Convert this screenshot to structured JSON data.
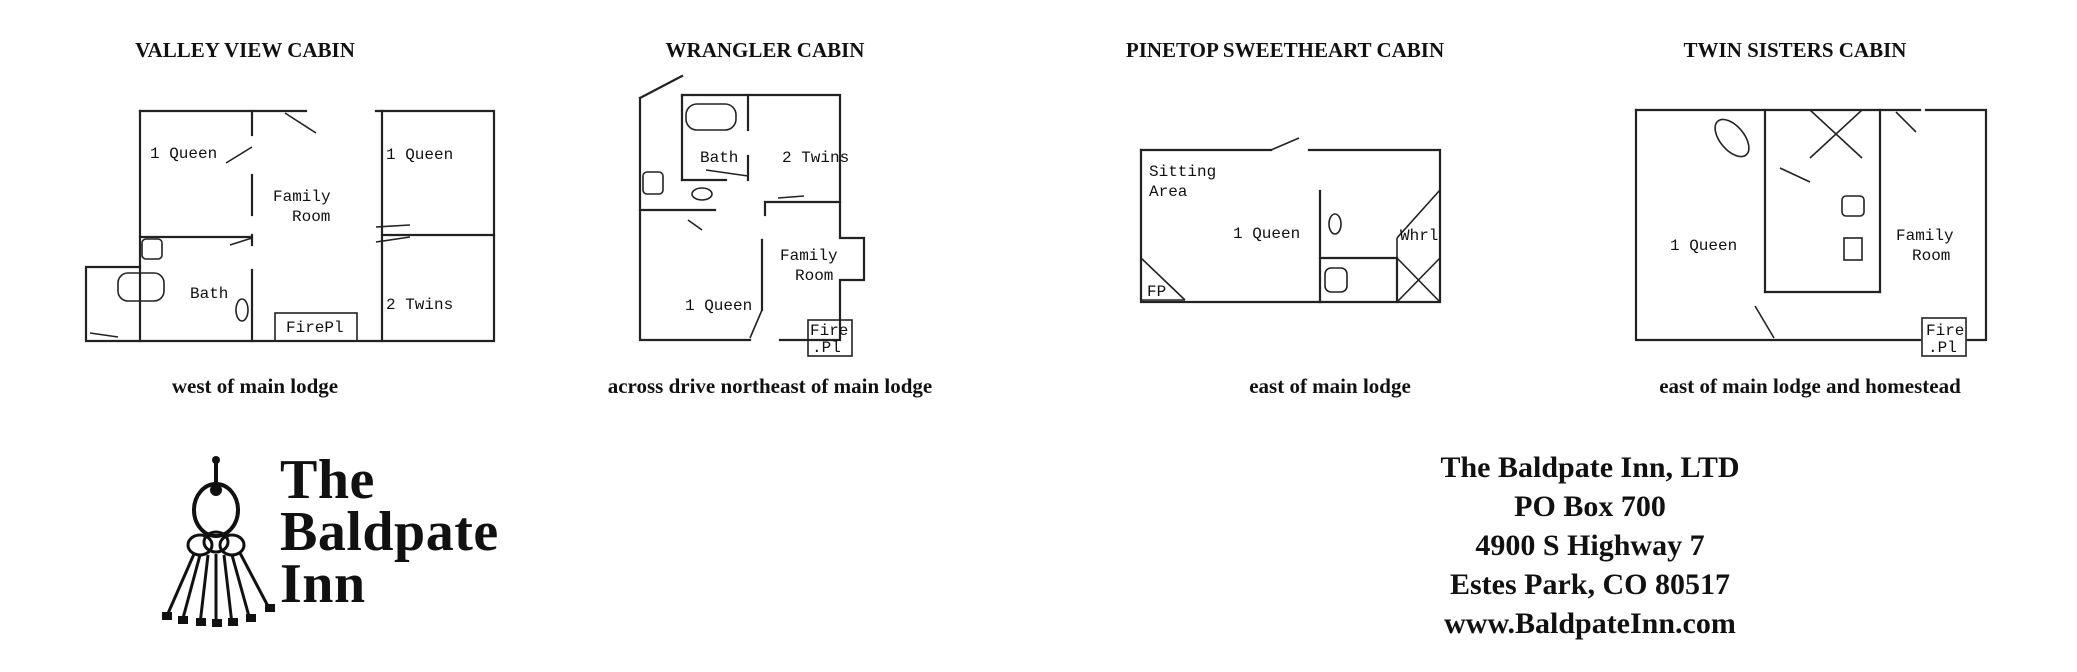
{
  "cabins": [
    {
      "title": "VALLEY VIEW CABIN",
      "location": "west of  main lodge",
      "rooms": [
        "1 Queen",
        "Family",
        "Room",
        "1 Queen",
        "Bath",
        "2 Twins",
        "FirePl"
      ]
    },
    {
      "title": "WRANGLER CABIN",
      "location": "across drive northeast of  main lodge",
      "rooms": [
        "Bath",
        "2 Twins",
        "Family",
        "Room",
        "1 Queen",
        "Fire",
        ".Pl"
      ]
    },
    {
      "title": "PINETOP SWEETHEART CABIN",
      "location": "east of main lodge",
      "rooms": [
        "Sitting",
        "Area",
        "1 Queen",
        "Whrl",
        "FP"
      ]
    },
    {
      "title": "TWIN SISTERS CABIN",
      "location": "east of main lodge and homestead",
      "rooms": [
        "1 Queen",
        "Family",
        "Room",
        "Fire",
        ".Pl"
      ]
    }
  ],
  "logo": {
    "line1": "The",
    "line2": "Baldpate",
    "line3": "Inn",
    "icon": "key-ring-icon"
  },
  "address": {
    "line1": "The Baldpate Inn, LTD",
    "line2": "PO Box 700",
    "line3": "4900 S Highway 7",
    "line4": "Estes Park, CO  80517",
    "line5": "www.BaldpateInn.com"
  }
}
